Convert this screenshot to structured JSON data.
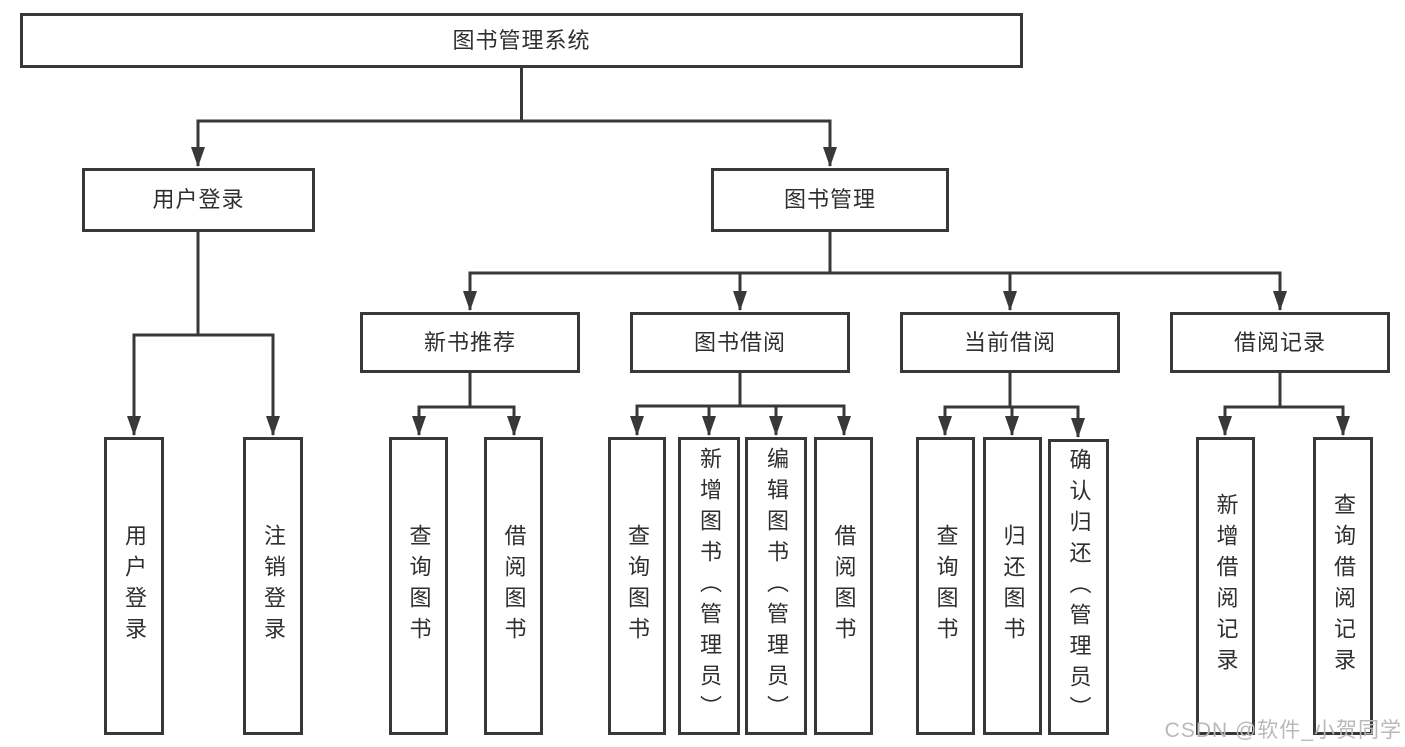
{
  "colors": {
    "line": "#383838",
    "text": "#2f2f2f",
    "watermark": "#b9b9b9",
    "background": "#ffffff"
  },
  "watermark": {
    "text": "CSDN @软件_小贺同学"
  },
  "tree": {
    "label": "图书管理系统",
    "children": [
      {
        "label": "用户登录",
        "children": [
          {
            "label": "用户登录"
          },
          {
            "label": "注销登录"
          }
        ]
      },
      {
        "label": "图书管理",
        "children": [
          {
            "label": "新书推荐",
            "children": [
              {
                "label": "查询图书"
              },
              {
                "label": "借阅图书"
              }
            ]
          },
          {
            "label": "图书借阅",
            "children": [
              {
                "label": "查询图书"
              },
              {
                "label": "新增图书（管理员）"
              },
              {
                "label": "编辑图书（管理员）"
              },
              {
                "label": "借阅图书"
              }
            ]
          },
          {
            "label": "当前借阅",
            "children": [
              {
                "label": "查询图书"
              },
              {
                "label": "归还图书"
              },
              {
                "label": "确认归还（管理员）"
              }
            ]
          },
          {
            "label": "借阅记录",
            "children": [
              {
                "label": "新增借阅记录"
              },
              {
                "label": "查询借阅记录"
              }
            ]
          }
        ]
      }
    ]
  }
}
